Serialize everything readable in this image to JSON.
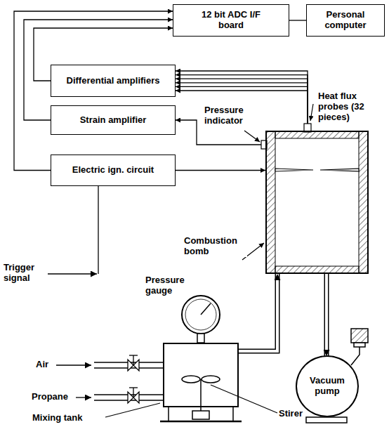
{
  "diagram": {
    "nodes": [
      {
        "text": [
          "12 bit ADC I/F board"
        ]
      },
      {
        "text": [
          "Personal computer"
        ]
      },
      {
        "text": [
          "Differential amplifiers"
        ]
      },
      {
        "text": [
          "Strain amplifier"
        ]
      },
      {
        "text": [
          "Electric ign. circuit"
        ]
      },
      {
        "text": [
          "Combustion bomb"
        ]
      },
      {
        "text": [
          "Mixing tank"
        ]
      },
      {
        "text": [
          "Vacuum pump"
        ]
      }
    ],
    "edges": [
      {
        "from": 0,
        "to": 1,
        "arrow": "none"
      },
      {
        "from": 2,
        "to": 0,
        "arrow": "to"
      },
      {
        "from": 3,
        "to": 0,
        "arrow": "to"
      },
      {
        "from": 4,
        "to": 0,
        "arrow": "to"
      },
      {
        "from": 5,
        "to": 2,
        "arrow": "to"
      },
      {
        "from": 5,
        "to": 3,
        "arrow": "to"
      },
      {
        "from": 4,
        "to": 5,
        "arrow": "to"
      },
      {
        "from": 6,
        "to": 5,
        "arrow": "to"
      },
      {
        "from": 5,
        "to": 7,
        "arrow": "to"
      }
    ],
    "labels": [
      "Heat flux probes (32 pieces)",
      "Pressure indicator",
      "Pressure gauge",
      "Trigger signal",
      "Air",
      "Propane",
      "Stirer"
    ]
  }
}
